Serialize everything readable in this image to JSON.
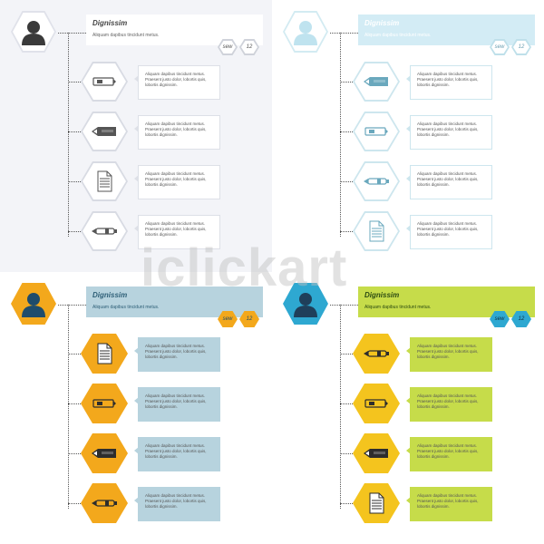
{
  "watermark": "iclickart",
  "panels": [
    {
      "id": "tl",
      "header": {
        "title": "Dignissim",
        "subtitle": "Aliquam dapibus tincidunt metus."
      },
      "badges": [
        "sew",
        "12"
      ],
      "items": [
        {
          "icon": "cutter-knife-icon",
          "text": "Aliquam dapibus tincidunt metus. Praesent justo dolor, lobortis quis, lobortis dignissim."
        },
        {
          "icon": "pencil-icon",
          "text": "Aliquam dapibus tincidunt metus. Praesent justo dolor, lobortis quis, lobortis dignissim."
        },
        {
          "icon": "document-icon",
          "text": "Aliquam dapibus tincidunt metus. Praesent justo dolor, lobortis quis, lobortis dignissim."
        },
        {
          "icon": "pen-icon",
          "text": "Aliquam dapibus tincidunt metus. Praesent justo dolor, lobortis quis, lobortis dignissim."
        }
      ]
    },
    {
      "id": "tr",
      "header": {
        "title": "Dignissim",
        "subtitle": "Aliquam dapibus tincidunt metus."
      },
      "badges": [
        "sew",
        "12"
      ],
      "items": [
        {
          "icon": "pencil-icon",
          "text": "Aliquam dapibus tincidunt metus. Praesent justo dolor, lobortis quis, lobortis dignissim."
        },
        {
          "icon": "cutter-knife-icon",
          "text": "Aliquam dapibus tincidunt metus. Praesent justo dolor, lobortis quis, lobortis dignissim."
        },
        {
          "icon": "pen-icon",
          "text": "Aliquam dapibus tincidunt metus. Praesent justo dolor, lobortis quis, lobortis dignissim."
        },
        {
          "icon": "document-icon",
          "text": "Aliquam dapibus tincidunt metus. Praesent justo dolor, lobortis quis, lobortis dignissim."
        }
      ]
    },
    {
      "id": "bl",
      "header": {
        "title": "Dignissim",
        "subtitle": "Aliquam dapibus tincidunt metus."
      },
      "badges": [
        "sew",
        "12"
      ],
      "items": [
        {
          "icon": "document-icon",
          "text": "Aliquam dapibus tincidunt metus. Praesent justo dolor, lobortis quis, lobortis dignissim."
        },
        {
          "icon": "cutter-knife-icon",
          "text": "Aliquam dapibus tincidunt metus. Praesent justo dolor, lobortis quis, lobortis dignissim."
        },
        {
          "icon": "pencil-icon",
          "text": "Aliquam dapibus tincidunt metus. Praesent justo dolor, lobortis quis, lobortis dignissim."
        },
        {
          "icon": "pen-icon",
          "text": "Aliquam dapibus tincidunt metus. Praesent justo dolor, lobortis quis, lobortis dignissim."
        }
      ]
    },
    {
      "id": "br",
      "header": {
        "title": "Dignissim",
        "subtitle": "Aliquam dapibus tincidunt metus."
      },
      "badges": [
        "sew",
        "12"
      ],
      "items": [
        {
          "icon": "pen-icon",
          "text": "Aliquam dapibus tincidunt metus. Praesent justo dolor, lobortis quis, lobortis dignissim."
        },
        {
          "icon": "cutter-knife-icon",
          "text": "Aliquam dapibus tincidunt metus. Praesent justo dolor, lobortis quis, lobortis dignissim."
        },
        {
          "icon": "pencil-icon",
          "text": "Aliquam dapibus tincidunt metus. Praesent justo dolor, lobortis quis, lobortis dignissim."
        },
        {
          "icon": "document-icon",
          "text": "Aliquam dapibus tincidunt metus. Praesent justo dolor, lobortis quis, lobortis dignissim."
        }
      ]
    }
  ],
  "themes": {
    "tl": {
      "avatarBg": "#ffffff",
      "avatarBorder": "#e0e2ea",
      "avatarFg": "#3a3a3a",
      "headerBg": "#ffffff",
      "headerTitle": "#444444",
      "headerSub": "#666666",
      "badgeBg": "#ffffff",
      "badgeBorder": "#cfd2da",
      "badgeText": "#555555",
      "itemBg": "#ffffff",
      "itemBorder": "#d8dbe3",
      "iconColor": "#555555",
      "bubbleBg": "#ffffff",
      "bubbleBorder": "#dde0e7"
    },
    "tr": {
      "avatarBg": "#ffffff",
      "avatarBorder": "#d3ebf2",
      "avatarFg": "#bfe3ef",
      "headerBg": "#d3ecf5",
      "headerTitle": "#ffffff",
      "headerSub": "#ffffff",
      "badgeBg": "#ffffff",
      "badgeBorder": "#bfe0ea",
      "badgeText": "#6a9eb0",
      "itemBg": "#ffffff",
      "itemBorder": "#cde6ee",
      "iconColor": "#6aa8bd",
      "bubbleBg": "#ffffff",
      "bubbleBorder": "#cde6ee"
    },
    "bl": {
      "avatarBg": "#f3a81c",
      "avatarBorder": "#f3a81c",
      "avatarFg": "#1f4c6b",
      "headerBg": "#b7d3de",
      "headerTitle": "#2e5f77",
      "headerSub": "#2e5f77",
      "badgeBg": "#f3a81c",
      "badgeBorder": "#f3a81c",
      "badgeText": "#1f4c6b",
      "itemBg": "#f3a81c",
      "itemBorder": "#f3a81c",
      "iconColor": "#2d2d2d",
      "bubbleBg": "#b7d3de",
      "bubbleBorder": "#b7d3de"
    },
    "br": {
      "avatarBg": "#2ea8d1",
      "avatarBorder": "#2ea8d1",
      "avatarFg": "#1f3f5a",
      "headerBg": "#c6dc4a",
      "headerTitle": "#2b4a12",
      "headerSub": "#2b4a12",
      "badgeBg": "#2ea8d1",
      "badgeBorder": "#2ea8d1",
      "badgeText": "#0c2e44",
      "itemBg": "#f4c41e",
      "itemBorder": "#f4c41e",
      "iconColor": "#2d2d2d",
      "bubbleBg": "#c6dc4a",
      "bubbleBorder": "#c6dc4a"
    }
  }
}
